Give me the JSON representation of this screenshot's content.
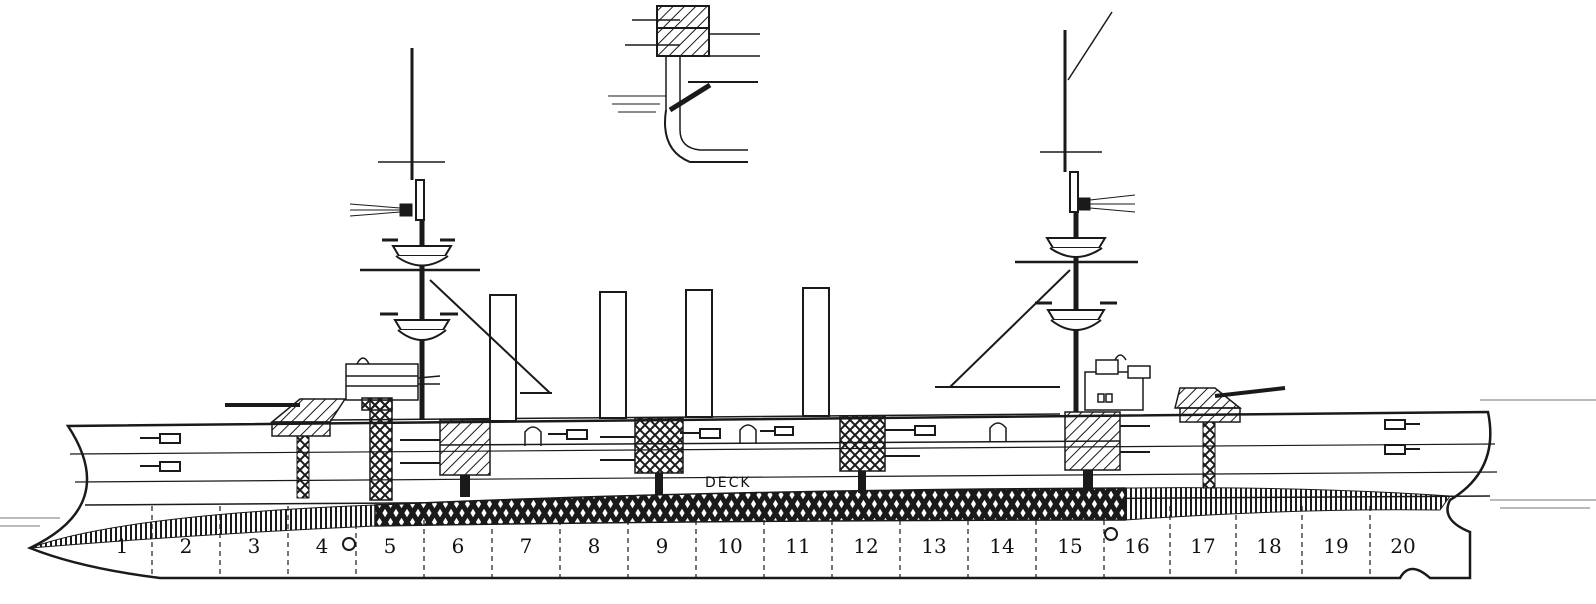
{
  "deck_label": "DECK",
  "compartments": [
    "1",
    "2",
    "3",
    "4",
    "5",
    "6",
    "7",
    "8",
    "9",
    "10",
    "11",
    "12",
    "13",
    "14",
    "15",
    "16",
    "17",
    "18",
    "19",
    "20"
  ],
  "colors": {
    "ink": "#1a1a1a",
    "paper": "#ffffff"
  }
}
